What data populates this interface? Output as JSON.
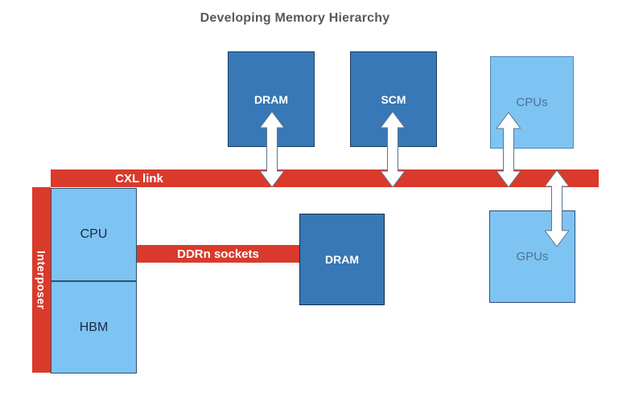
{
  "title": "Developing Memory Hierarchy",
  "boxes": {
    "dram_top": {
      "label": "DRAM"
    },
    "scm": {
      "label": "SCM"
    },
    "cpus": {
      "label": "CPUs"
    },
    "cpu": {
      "label": "CPU"
    },
    "hbm": {
      "label": "HBM"
    },
    "dram_mid": {
      "label": "DRAM"
    },
    "gpus": {
      "label": "GPUs"
    }
  },
  "buses": {
    "cxl": {
      "label": "CXL link"
    },
    "ddrn": {
      "label": "DDRn sockets"
    },
    "interposer": {
      "label": "Interposer"
    }
  },
  "arrows": [
    {
      "name": "dram-cxl",
      "between": [
        "DRAM",
        "CXL link"
      ],
      "bidirectional": true
    },
    {
      "name": "scm-cxl",
      "between": [
        "SCM",
        "CXL link"
      ],
      "bidirectional": true
    },
    {
      "name": "cpus-cxl",
      "between": [
        "CPUs",
        "CXL link"
      ],
      "bidirectional": true
    },
    {
      "name": "cxl-gpus",
      "between": [
        "CXL link",
        "GPUs"
      ],
      "bidirectional": true
    }
  ],
  "colors": {
    "red": "#D93A2B",
    "dark_blue": "#3878B6",
    "light_blue": "#7DC4F2",
    "title_text": "#58595C",
    "white_text": "#FFFFFF",
    "light_box_text": "#4E7296",
    "dark_text": "#1B2940"
  }
}
